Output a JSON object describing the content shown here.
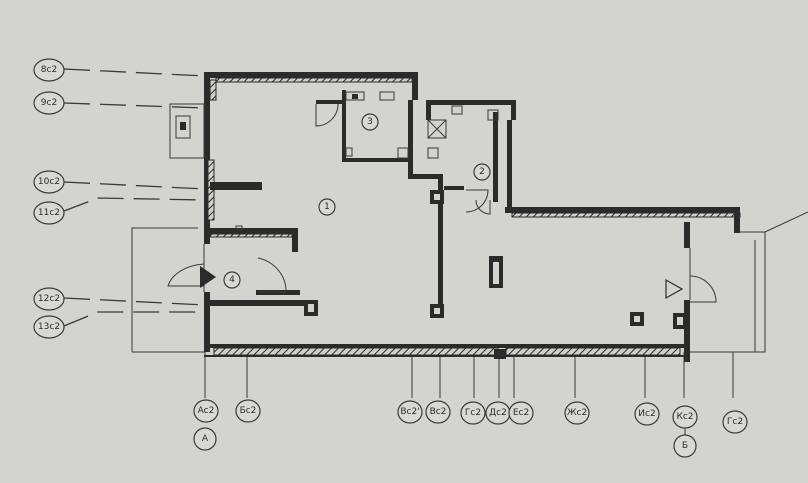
{
  "rooms": [
    {
      "id": "room-1",
      "label": "1"
    },
    {
      "id": "room-2",
      "label": "2"
    },
    {
      "id": "room-3",
      "label": "3"
    },
    {
      "id": "room-4",
      "label": "4"
    }
  ],
  "axis_left": [
    {
      "id": "8c2",
      "label": "8c2"
    },
    {
      "id": "9c2",
      "label": "9c2"
    },
    {
      "id": "10c2",
      "label": "10c2"
    },
    {
      "id": "11c2",
      "label": "11c2"
    },
    {
      "id": "12c2",
      "label": "12c2"
    },
    {
      "id": "13c2",
      "label": "13c2"
    }
  ],
  "axis_bottom": [
    {
      "id": "ac2",
      "label": "Ac2"
    },
    {
      "id": "bc2",
      "label": "Бc2"
    },
    {
      "id": "vc2a",
      "label": "Вc2'"
    },
    {
      "id": "vc2",
      "label": "Вc2"
    },
    {
      "id": "gc2",
      "label": "Гc2"
    },
    {
      "id": "dc2",
      "label": "Дc2"
    },
    {
      "id": "ec2",
      "label": "Еc2"
    },
    {
      "id": "zhc2",
      "label": "Жc2"
    },
    {
      "id": "ic2",
      "label": "Иc2"
    },
    {
      "id": "kc2",
      "label": "Кc2"
    },
    {
      "id": "lc2",
      "label": "Гc2"
    }
  ],
  "axis_main": [
    {
      "id": "a",
      "label": "А"
    },
    {
      "id": "b",
      "label": "Б"
    }
  ]
}
